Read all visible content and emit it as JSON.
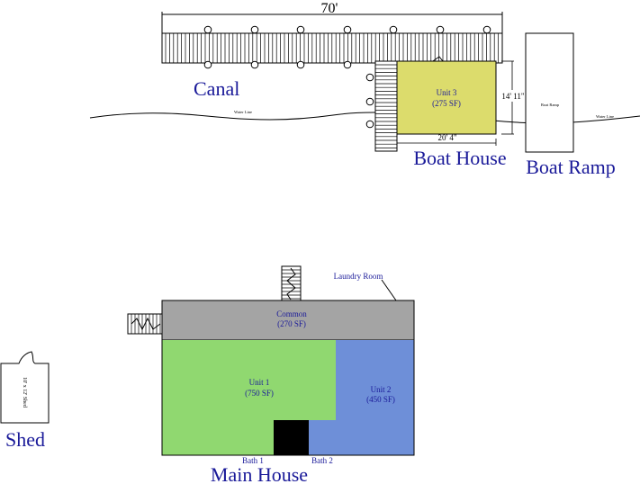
{
  "colors": {
    "unit1": "#90d870",
    "unit2": "#6e8fd8",
    "unit3": "#dcdc6c",
    "common": "#a4a4a4",
    "bath": "#000000",
    "label_blue": "#1a1a99",
    "line": "#000000"
  },
  "dock": {
    "dimension": "70'"
  },
  "canal": {
    "label": "Canal"
  },
  "water_line": {
    "label_left": "Water Line",
    "label_right": "Water Line"
  },
  "boat_house": {
    "label": "Boat House",
    "unit_name": "Unit 3",
    "unit_area": "(275 SF)",
    "height_dim": "14' 11\"",
    "width_dim": "20' 4\""
  },
  "boat_ramp": {
    "label": "Boat Ramp",
    "inner_label": "Boat Ramp"
  },
  "main_house": {
    "label": "Main House",
    "common_name": "Common",
    "common_area": "(270 SF)",
    "unit1_name": "Unit 1",
    "unit1_area": "(750 SF)",
    "unit2_name": "Unit 2",
    "unit2_area": "(450 SF)",
    "laundry": "Laundry Room",
    "bath1": "Bath 1",
    "bath2": "Bath 2"
  },
  "shed": {
    "label": "Shed",
    "inner_label": "10' x 12' Shed"
  }
}
